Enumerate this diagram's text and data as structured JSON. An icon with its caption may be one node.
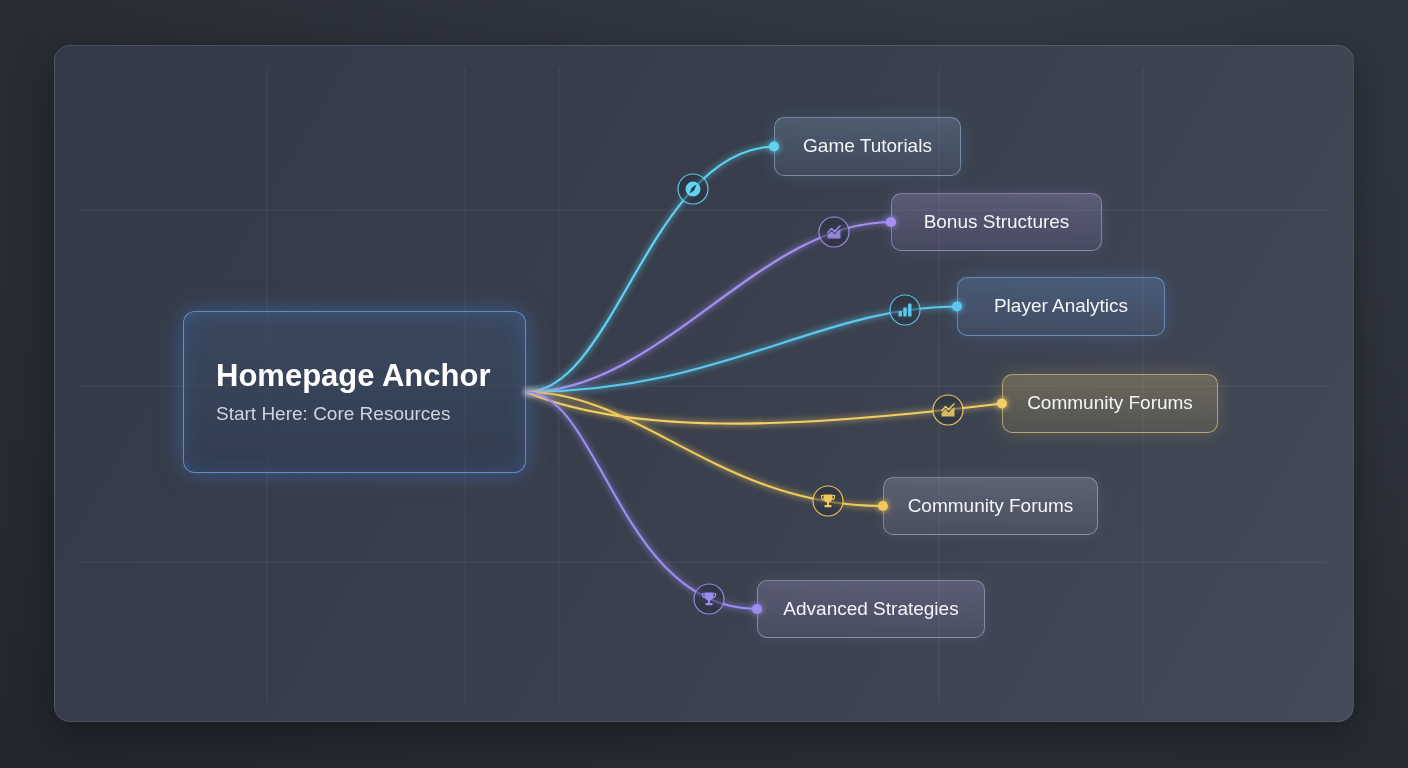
{
  "diagram": {
    "nodes": [
      {
        "text": [
          "Homepage Anchor",
          "Start Here: Core Resources"
        ]
      },
      {
        "text": [
          "Game Tutorials"
        ]
      },
      {
        "text": [
          "Bonus Structures"
        ]
      },
      {
        "text": [
          "Player Analytics"
        ]
      },
      {
        "text": [
          "Community Forums"
        ]
      },
      {
        "text": [
          "Community Forums"
        ]
      },
      {
        "text": [
          "Advanced Strategies"
        ]
      }
    ],
    "edges": [
      {
        "from": 0,
        "to": 1,
        "arrow": "other",
        "color": "#5ed3f3"
      },
      {
        "from": 0,
        "to": 2,
        "arrow": "other",
        "color": "#a48ff2"
      },
      {
        "from": 0,
        "to": 3,
        "arrow": "other",
        "color": "#5cc8f0"
      },
      {
        "from": 0,
        "to": 4,
        "arrow": "other",
        "color": "#f2cf66"
      },
      {
        "from": 0,
        "to": 5,
        "arrow": "other",
        "color": "#f0c85c"
      },
      {
        "from": 0,
        "to": 6,
        "arrow": "other",
        "color": "#9b8cf0"
      }
    ]
  }
}
